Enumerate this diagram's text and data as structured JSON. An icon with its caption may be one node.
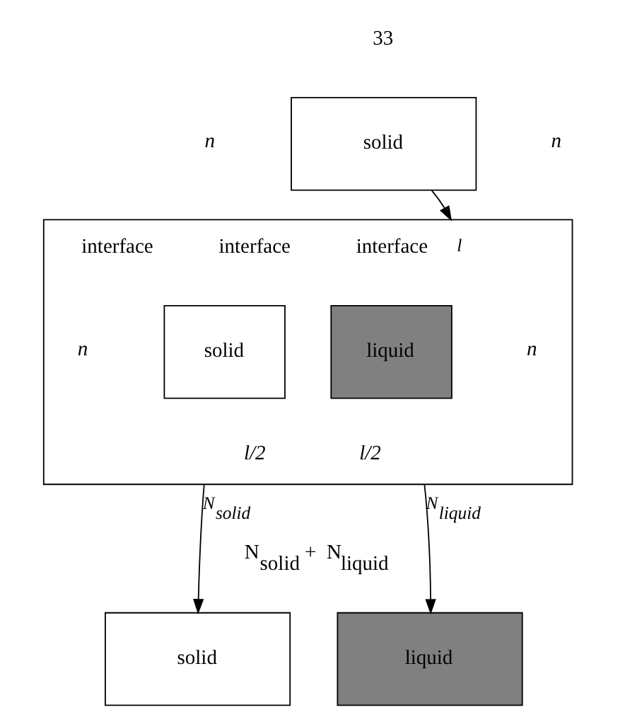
{
  "diagram": {
    "nodes": [
      {
        "text": [
          "solid"
        ],
        "beside": [
          "n",
          "n"
        ]
      },
      {
        "text": [],
        "shape": "box"
      },
      {
        "text": [
          "solid"
        ],
        "in": 1,
        "beside": [
          "n"
        ]
      },
      {
        "text": [
          "liquid"
        ],
        "in": 1,
        "beside": [
          "n"
        ]
      },
      {
        "text": [
          "solid"
        ]
      },
      {
        "text": [
          "liquid"
        ]
      }
    ],
    "edges": [
      {
        "from": 0,
        "to": 1,
        "arrow": "to",
        "label": "l"
      },
      {
        "from": 1,
        "to": 4,
        "arrow": "to",
        "label": "N$_{solid}$"
      },
      {
        "from": 1,
        "to": 5,
        "arrow": "to",
        "label": "N$_{liquid}$"
      }
    ],
    "labels": [
      "33",
      "interface",
      "interface",
      "interface",
      "l/2",
      "l/2",
      "N$_{solid}$ + N$_{liquid}$"
    ]
  }
}
